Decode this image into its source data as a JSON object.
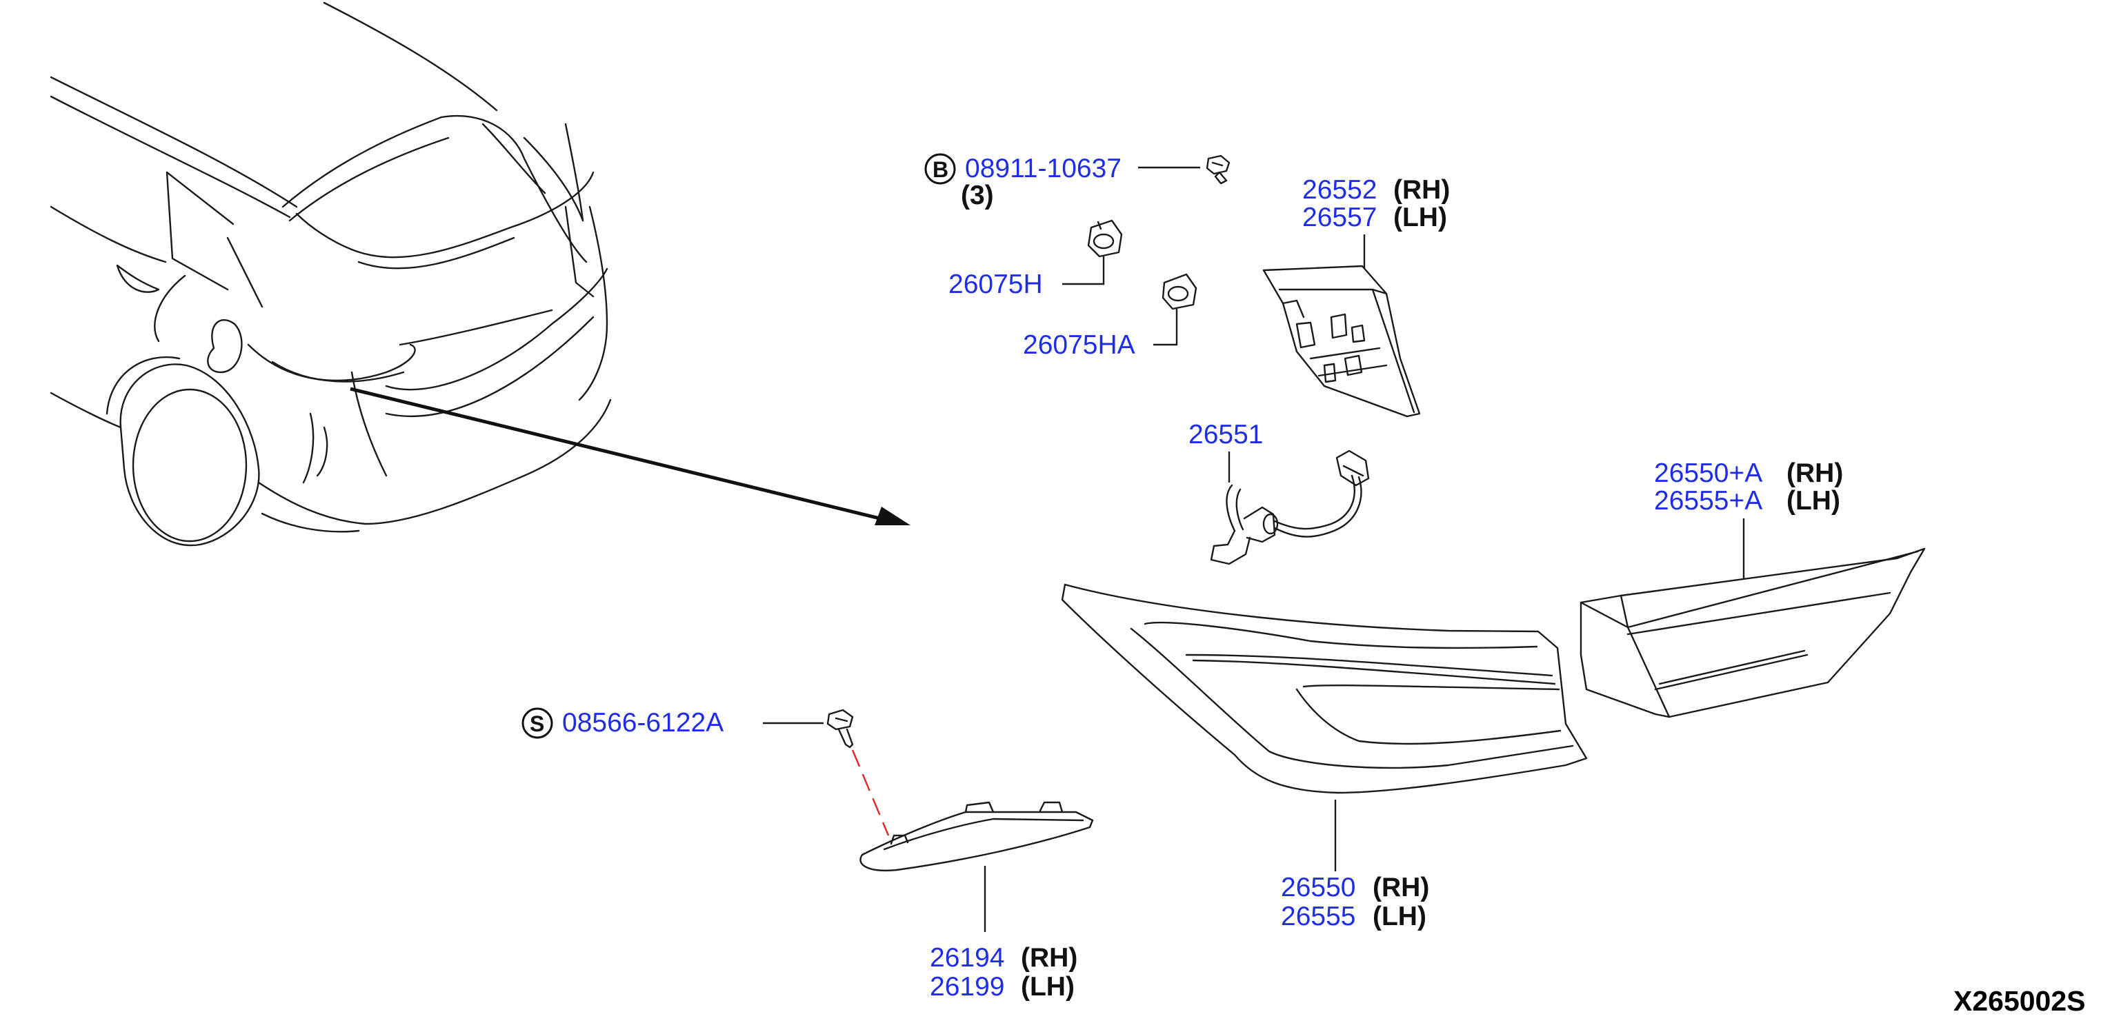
{
  "drawing_ref": "X265002S",
  "accent_color": "#1f2ee6",
  "guide_color": "#e0252b",
  "labels": {
    "bolt": {
      "badge": "B",
      "part": "08911-10637",
      "qty": "(3)"
    },
    "clip_h": {
      "part": "26075H"
    },
    "clip_ha": {
      "part": "26075HA"
    },
    "housing": {
      "rh_part": "26552",
      "rh": "(RH)",
      "lh_part": "26557",
      "lh": "(LH)"
    },
    "socket": {
      "part": "26551"
    },
    "inner_lamp": {
      "rh_part": "26550+A",
      "rh": "(RH)",
      "lh_part": "26555+A",
      "lh": "(LH)"
    },
    "combo_lamp": {
      "rh_part": "26550",
      "rh": "(RH)",
      "lh_part": "26555",
      "lh": "(LH)"
    },
    "screw": {
      "badge": "S",
      "part": "08566-6122A"
    },
    "reflector": {
      "rh_part": "26194",
      "rh": "(RH)",
      "lh_part": "26199",
      "lh": "(LH)"
    }
  }
}
